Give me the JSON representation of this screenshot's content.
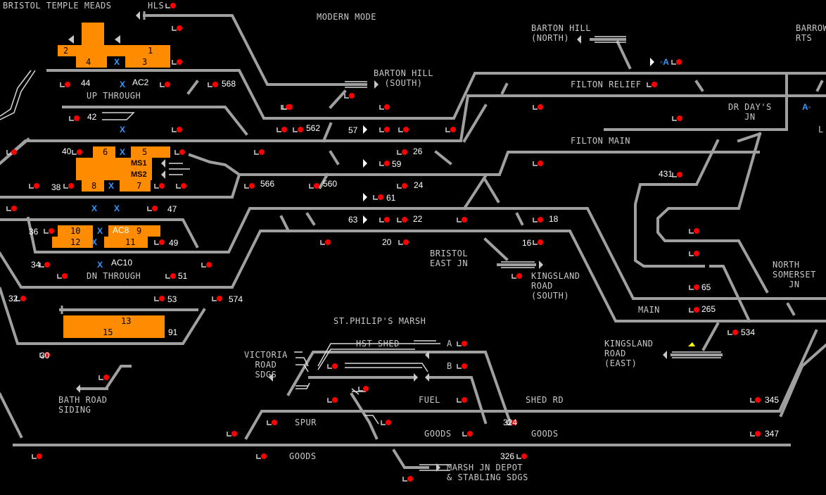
{
  "header": {
    "station": "BRISTOL TEMPLE MEADS",
    "hls": "HLS",
    "mode": "MODERN MODE",
    "barton_hill_north": "BARTON HILL\n(NORTH)",
    "barrow": "BARROW\nRTS",
    "barton_hill_south": "BARTON HILL\n  (SOUTH)"
  },
  "lines": {
    "filton_relief": "FILTON RELIEF",
    "filton_main": "FILTON MAIN",
    "dr_days": "DR DAY'S\n   JN",
    "up_through": "UP THROUGH",
    "dn_through": "DN THROUGH",
    "bristol_east_jn": "BRISTOL\nEAST JN",
    "kingsland_road_south": "KINGSLAND\nROAD\n(SOUTH)",
    "north_somerset_jn": "NORTH\nSOMERSET\n   JN",
    "main": "MAIN",
    "st_philips_marsh": "ST.PHILIP'S MARSH",
    "kingsland_road_east": "KINGSLAND\nROAD\n(EAST)",
    "hst_shed": "HST SHED",
    "victoria_road": "VICTORIA\n  ROAD\n  SDGS",
    "fuel": "FUEL",
    "shed_rd": "SHED RD",
    "spur": "SPUR",
    "goods_a": "GOODS",
    "goods_b": "GOODS",
    "goods_c": "GOODS",
    "bath_road": "BATH ROAD\nSIDING",
    "marsh_jn": "MARSH JN DEPOT\n& STABLING SDGS",
    "road_a": "A",
    "road_b": "B",
    "a_right": "A◦",
    "l_edge": "L"
  },
  "platforms": [
    "1",
    "2",
    "3",
    "4",
    "5",
    "6",
    "7",
    "8",
    "9",
    "10",
    "11",
    "12",
    "13",
    "15"
  ],
  "platform_tags": {
    "ms1": "MS1",
    "ms2": "MS2",
    "ac2": "AC2",
    "ac8": "AC8",
    "ac10": "AC10",
    "x": "X",
    "ao": "◦A"
  },
  "signals": {
    "s44": "44",
    "s42": "42",
    "s40": "40",
    "s38": "38",
    "s36": "36",
    "s34": "34",
    "s32": "32",
    "s30": "30",
    "s568": "568",
    "s562": "562",
    "s566": "566",
    "s560": "560",
    "s574": "574",
    "s57": "57",
    "s59": "59",
    "s61": "61",
    "s63": "63",
    "s26": "26",
    "s24": "24",
    "s22": "22",
    "s20": "20",
    "s18": "18",
    "s16": "16",
    "s47": "47",
    "s49": "49",
    "s51": "51",
    "s53": "53",
    "s91": "91",
    "s431": "431",
    "s65": "65",
    "s265": "265",
    "s534": "534",
    "s345": "345",
    "s347": "347",
    "s324": "324",
    "s326": "326"
  },
  "colors": {
    "track": "#a0a0a0",
    "platform": "#ff8c00",
    "signal": "#ff0000",
    "text": "#c8c8c8",
    "button": "#3399ff"
  }
}
